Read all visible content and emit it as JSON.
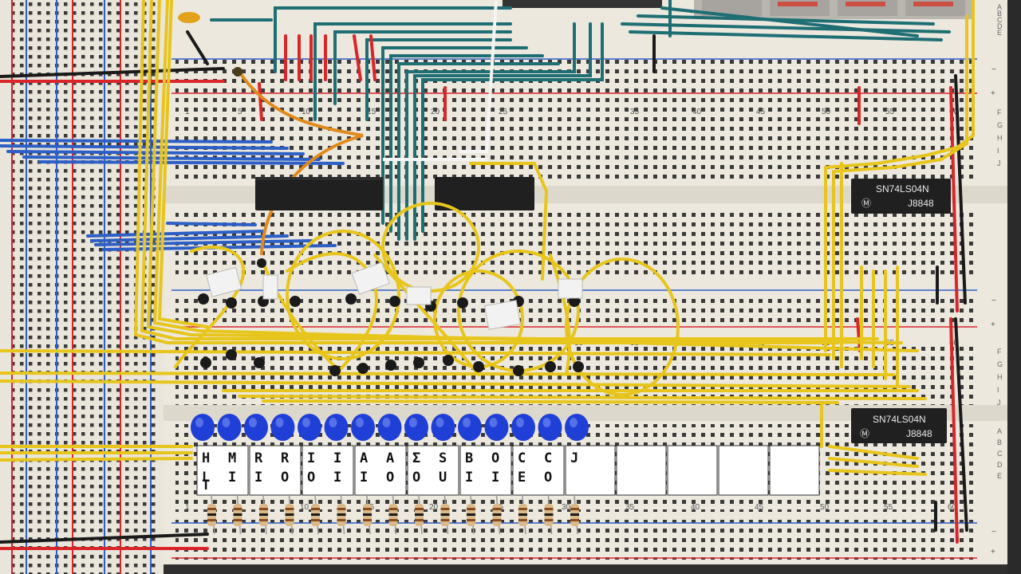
{
  "chips": [
    {
      "part": "SN74LS04N",
      "mark": "Ⓜ",
      "code": "J8848"
    },
    {
      "part": "SN74LS04N",
      "mark": "Ⓜ",
      "code": "J8848"
    }
  ],
  "column_numbers": {
    "upper": [
      "1",
      "5",
      "10",
      "15",
      "20",
      "25",
      "35",
      "40",
      "45",
      "50",
      "55",
      "60"
    ],
    "middle": [
      "30",
      "35",
      "40",
      "45",
      "50",
      "55",
      "60"
    ],
    "lower": [
      "1",
      "5",
      "10",
      "15",
      "20",
      "25",
      "30",
      "35",
      "40",
      "45",
      "50",
      "55",
      "60"
    ]
  },
  "row_letters": {
    "upper_right": [
      "A",
      "B",
      "C",
      "D",
      "E",
      "F",
      "G",
      "H",
      "I",
      "J"
    ],
    "lower_right": [
      "F",
      "G",
      "H",
      "I",
      "J",
      "A",
      "B",
      "C",
      "D",
      "E"
    ]
  },
  "rail_symbols": {
    "minus": "−",
    "plus": "+"
  },
  "control_labels": [
    {
      "top": "H",
      "bottom": "L",
      "extra": "T"
    },
    {
      "top": "M",
      "bottom": "I"
    },
    {
      "top": "R",
      "bottom": "I"
    },
    {
      "top": "R",
      "bottom": "O"
    },
    {
      "top": "I",
      "bottom": "O"
    },
    {
      "top": "I",
      "bottom": "I"
    },
    {
      "top": "A",
      "bottom": "I"
    },
    {
      "top": "A",
      "bottom": "O"
    },
    {
      "top": "Σ",
      "bottom": "O"
    },
    {
      "top": "S",
      "bottom": "U"
    },
    {
      "top": "B",
      "bottom": "I"
    },
    {
      "top": "O",
      "bottom": "I"
    },
    {
      "top": "C",
      "bottom": "E"
    },
    {
      "top": "C",
      "bottom": "O"
    },
    {
      "top": "J",
      "bottom": ""
    },
    {
      "top": "",
      "bottom": ""
    },
    {
      "top": "",
      "bottom": ""
    },
    {
      "top": "",
      "bottom": ""
    },
    {
      "top": "",
      "bottom": ""
    }
  ],
  "led_count": 15,
  "colors": {
    "board": "#ece8de",
    "wire_yellow": "#e7c51c",
    "wire_blue": "#2d5fc6",
    "wire_teal": "#1e6e74",
    "wire_red": "#d8262a",
    "wire_orange": "#e08a1e",
    "led_blue": "#1f3fd6",
    "display_red": "#d6392c"
  }
}
